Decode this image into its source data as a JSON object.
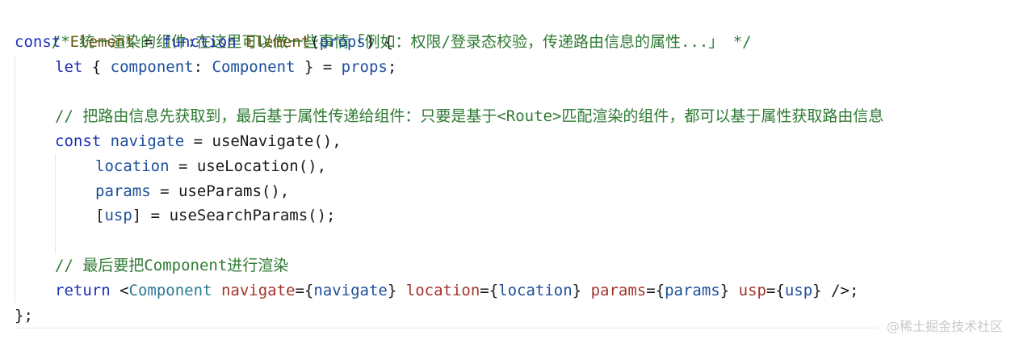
{
  "code": {
    "line1_comment": "/* 统一渲染的组件:在这里可以做一些事情「例如：权限/登录态校验，传递路由信息的属性...」 */",
    "line2": {
      "kw_const": "const",
      "name": "Element",
      "eq": " = ",
      "kw_function": "function",
      "fn_name": "Element",
      "params_open": "(",
      "param": "props",
      "params_close": ") {"
    },
    "line3": {
      "kw_let": "let",
      "brace_open": " { ",
      "key": "component",
      "colon": ": ",
      "alias": "Component",
      "brace_close": " } = ",
      "src": "props",
      "semi": ";"
    },
    "line5_comment": "// 把路由信息先获取到，最后基于属性传递给组件：只要是基于<Route>匹配渲染的组件，都可以基于属性获取路由信息",
    "line6": {
      "kw_const": "const",
      "name": "navigate",
      "eq": " = ",
      "call": "useNavigate",
      "tail": "(),"
    },
    "line7": {
      "name": "location",
      "eq": " = ",
      "call": "useLocation",
      "tail": "(),"
    },
    "line8": {
      "name": "params",
      "eq": " = ",
      "call": "useParams",
      "tail": "(),"
    },
    "line9": {
      "open": "[",
      "name": "usp",
      "close": "]",
      "eq": " = ",
      "call": "useSearchParams",
      "tail": "();"
    },
    "line11_comment": "// 最后要把Component进行渲染",
    "line12": {
      "kw_return": "return",
      "lt": " <",
      "tag": "Component",
      "a1": "navigate",
      "v1": "navigate",
      "a2": "location",
      "v2": "location",
      "a3": "params",
      "v3": "params",
      "a4": "usp",
      "v4": "usp",
      "end": " />;"
    },
    "line13": "};"
  },
  "watermark": "@稀土掘金技术社区"
}
